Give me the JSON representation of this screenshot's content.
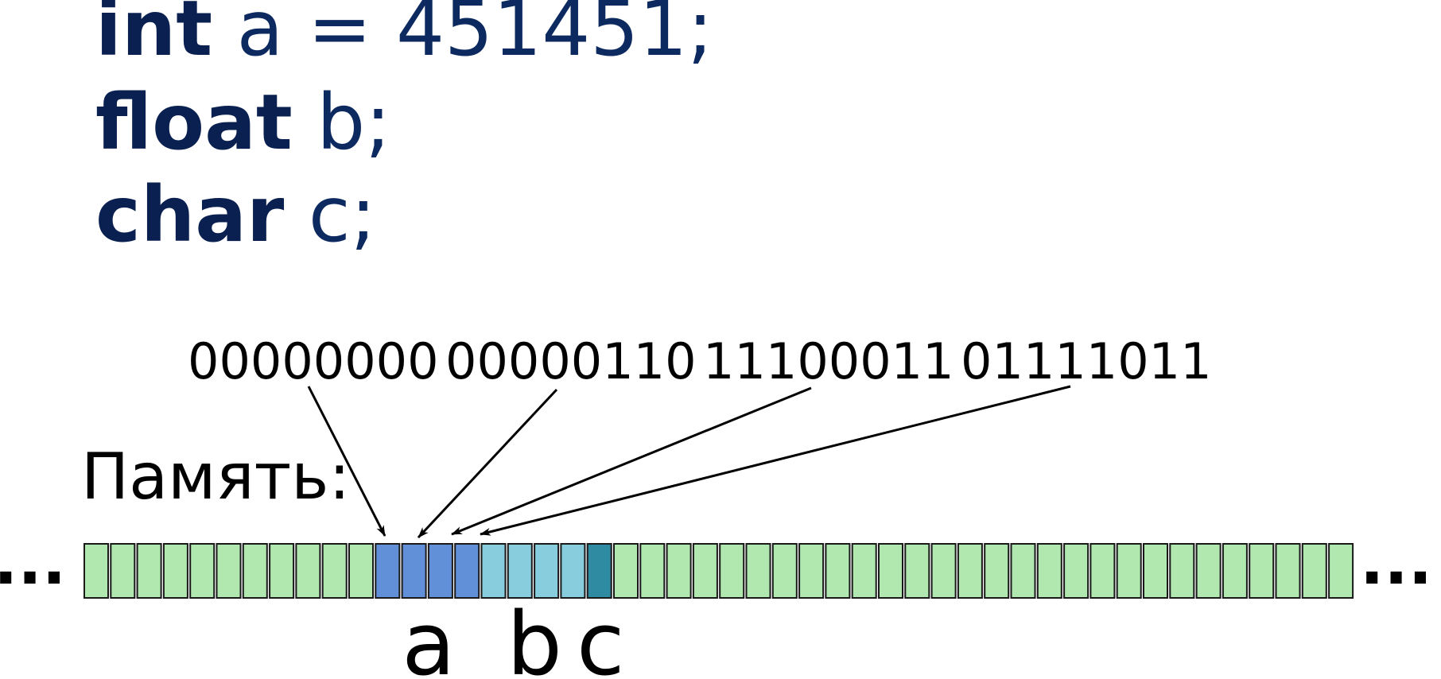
{
  "code": {
    "lines": [
      {
        "keyword": "int",
        "rest": " a = 451451;"
      },
      {
        "keyword": "float",
        "rest": " b;"
      },
      {
        "keyword": "char",
        "rest": " c;"
      }
    ]
  },
  "memory": {
    "label": "Память:",
    "ellipsis_left": "...",
    "ellipsis_right": "...",
    "cell_count": 48,
    "segments": [
      {
        "name": "free",
        "count": 11,
        "color": "#b0e8b0"
      },
      {
        "name": "a",
        "count": 4,
        "color": "#6290d8"
      },
      {
        "name": "b",
        "count": 4,
        "color": "#88cddd"
      },
      {
        "name": "c",
        "count": 1,
        "color": "#2e8ba2"
      },
      {
        "name": "free",
        "count": 28,
        "color": "#b0e8b0"
      }
    ],
    "var_labels": [
      "a",
      "b",
      "c"
    ],
    "border_color": "#1a1a1a"
  },
  "bytes": {
    "values": [
      "00000000",
      "00000110",
      "11100011",
      "01111011"
    ],
    "arrow_target_cells": [
      11,
      12,
      13,
      14
    ]
  }
}
